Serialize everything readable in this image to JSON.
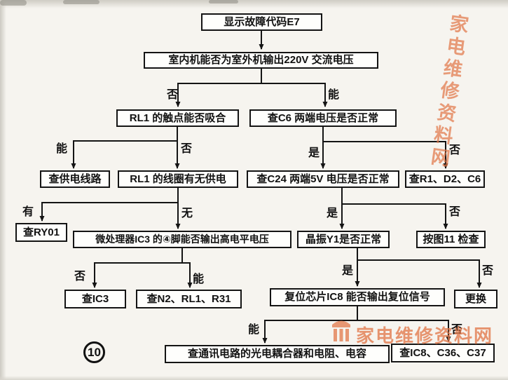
{
  "figure": {
    "number": "10"
  },
  "nodes": {
    "n01": "显示故障代码E7",
    "n02": "室内机能否为室外机输出220V 交流电压",
    "n03": "RL1 的触点能否吸合",
    "n04": "查C6 两端电压是否正常",
    "n05": "查供电线路",
    "n06": "RL1 的线圈有无供电",
    "n07": "查C24 两端5V 电压是否正常",
    "n08": "查R1、D2、C6",
    "n09": "查RY01",
    "n10": "微处理器IC3 的④脚能否输出高电平电压",
    "n11": "晶振Y1是否正常",
    "n12": "按图11 检查",
    "n13": "查IC3",
    "n14": "查N2、RL1、R31",
    "n15": "复位芯片IC8 能否输出复位信号",
    "n16": "更换",
    "n17": "查通讯电路的光电耦合器和电阻、电容",
    "n18": "查IC8、C36、C37"
  },
  "labels": {
    "l01": "否",
    "l02": "能",
    "l03": "能",
    "l04": "否",
    "l05": "是",
    "l06": "否",
    "l07": "有",
    "l08": "无",
    "l09": "是",
    "l10": "否",
    "l11": "否",
    "l12": "能",
    "l13": "是",
    "l14": "否",
    "l15": "能",
    "l16": "否"
  },
  "watermark": {
    "side_text": "家电维修资料网",
    "bottom_text": "家电维修资料网",
    "color": "#e2784a"
  }
}
